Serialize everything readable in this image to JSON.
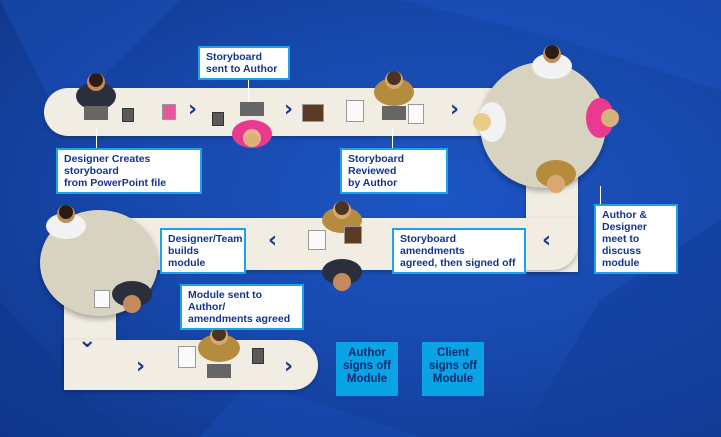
{
  "callouts": {
    "storyboard_sent": "Storyboard\nsent to Author",
    "designer_creates": "Designer Creates storyboard\nfrom PowerPoint file",
    "storyboard_reviewed": "Storyboard Reviewed\nby Author",
    "author_designer_meet": "Author &\nDesigner\nmeet to\ndiscuss module",
    "amendments_agreed": "Storyboard amendments\nagreed, then signed off",
    "designer_team_builds": "Designer/Team\nbuilds module",
    "module_sent": "Module sent to Author/\namendments agreed"
  },
  "boxes": {
    "author_signs_off": "Author\nsigns off\nModule",
    "client_signs_off": "Client\nsigns off\nModule"
  },
  "icons": {
    "chevron_right": "›",
    "chevron_left": "‹",
    "chevron_down": "⌄"
  },
  "colors": {
    "background": "#1646a8",
    "track": "#f1ede2",
    "callout_border": "#1fa3e8",
    "callout_text": "#12358f",
    "signoff_box": "#0aa3e6"
  }
}
